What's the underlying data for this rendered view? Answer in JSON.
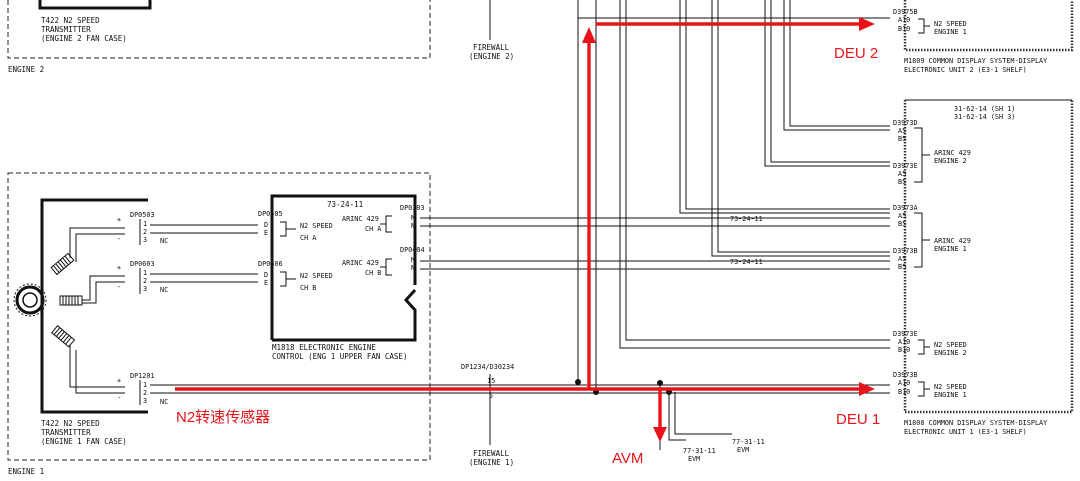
{
  "engine2": {
    "sensor": {
      "line1": "T422    N2 SPEED",
      "line2": "TRANSMITTER",
      "line3": "(ENGINE 2 FAN CASE)"
    },
    "label": "ENGINE 2",
    "firewall": {
      "line1": "FIREWALL",
      "line2": "(ENGINE 2)"
    }
  },
  "engine1": {
    "label": "ENGINE 1",
    "firewall": {
      "line1": "FIREWALL",
      "line2": "(ENGINE 1)"
    },
    "sensor": {
      "line1": "T422    N2 SPEED",
      "line2": "TRANSMITTER",
      "line3": "(ENGINE 1 FAN CASE)"
    },
    "connectors": {
      "dp0503": "DP0503",
      "dp0603": "DP0603",
      "dp1201": "DP1201"
    },
    "pin_plus": "+",
    "pin_minus": "-",
    "pin1": "1",
    "pin2": "2",
    "pin3": "3",
    "nc": "NC"
  },
  "eec": {
    "ref": "73-24-11",
    "dp0505": "DP0505",
    "dp0606": "DP0606",
    "dp0303": "DP0303",
    "dp0404": "DP0404",
    "pin_d": "D",
    "pin_e": "E",
    "n2_a_1": "N2 SPEED",
    "n2_a_2": "CH A",
    "n2_b_1": "N2 SPEED",
    "n2_b_2": "CH B",
    "arinc_a_1": "ARINC 429",
    "arinc_a_2": "CH A",
    "arinc_b_1": "ARINC 429",
    "arinc_b_2": "CH B",
    "pin_m": "M",
    "pin_n": "N",
    "title1": "M1818   ELECTRONIC ENGINE",
    "title2": "CONTROL (ENG 1 UPPER FAN CASE)"
  },
  "harness": {
    "splice": "DP1234/D30234",
    "wire15": "15",
    "wire5": "5",
    "ref_a": "73-24-11",
    "ref_b": "73-24-11"
  },
  "evm": {
    "ref1": "77-31-11",
    "ref1b": "EVM",
    "ref2": "77-31-11",
    "ref2b": "EVM"
  },
  "deu2": {
    "conn": "D3975B",
    "pin_a10": "A10",
    "pin_b10": "B10",
    "func1": "N2 SPEED",
    "func2": "ENGINE 1",
    "title1": "M1809   COMMON DISPLAY SYSTEM-DISPLAY",
    "title2": "ELECTRONIC UNIT 2 (E3-1 SHELF)"
  },
  "deu1": {
    "sheet1": "31-62-14 (SH 1)",
    "sheet2": "31-62-14 (SH 3)",
    "c1": "D3973D",
    "c2": "D3973E",
    "c3": "D3973A",
    "c4": "D3973B",
    "c5": "D3973E",
    "c6": "D3973B",
    "pin_a5": "A5",
    "pin_b5": "B5",
    "pin_a10": "A10",
    "pin_b10": "B10",
    "arinc_e2_1": "ARINC 429",
    "arinc_e2_2": "ENGINE 2",
    "arinc_e1_1": "ARINC 429",
    "arinc_e1_2": "ENGINE 1",
    "n2_e2_1": "N2 SPEED",
    "n2_e2_2": "ENGINE 2",
    "n2_e1_1": "N2 SPEED",
    "n2_e1_2": "ENGINE 1",
    "title1": "M1808   COMMON DISPLAY SYSTEM-DISPLAY",
    "title2": "ELECTRONIC UNIT 1 (E3-1 SHELF)"
  },
  "annotations": {
    "deu2": "DEU 2",
    "deu1": "DEU 1",
    "n2_sensor": "N2转速传感器",
    "avm": "AVM"
  },
  "colors": {
    "highlight": "#e8141a",
    "line": "#111111",
    "background": "#ffffff"
  }
}
